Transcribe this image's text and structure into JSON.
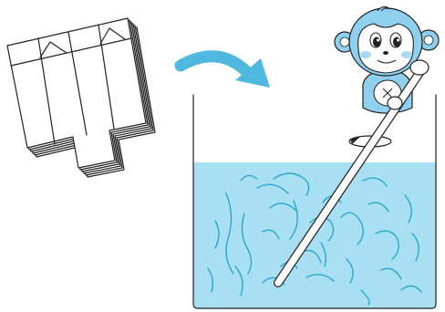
{
  "scene": {
    "steps": [
      "paper-cartons",
      "soak-and-stir"
    ],
    "colors": {
      "water": "#a9dff2",
      "fiber": "#2aa7c9",
      "arrow": "#4fb8df",
      "monkey_fur": "#8fd0ee",
      "monkey_face": "#ffffff",
      "monkey_cheek": "#a8d9f2",
      "outline": "#222222"
    },
    "icons": {
      "cartons": "stack-of-opened-milk-cartons",
      "arrow": "curved-arrow-right",
      "tub": "water-tub",
      "stick": "stirring-stick",
      "stir_marker": "circular-stir-motion",
      "mascot": "monkey-mascot"
    }
  }
}
